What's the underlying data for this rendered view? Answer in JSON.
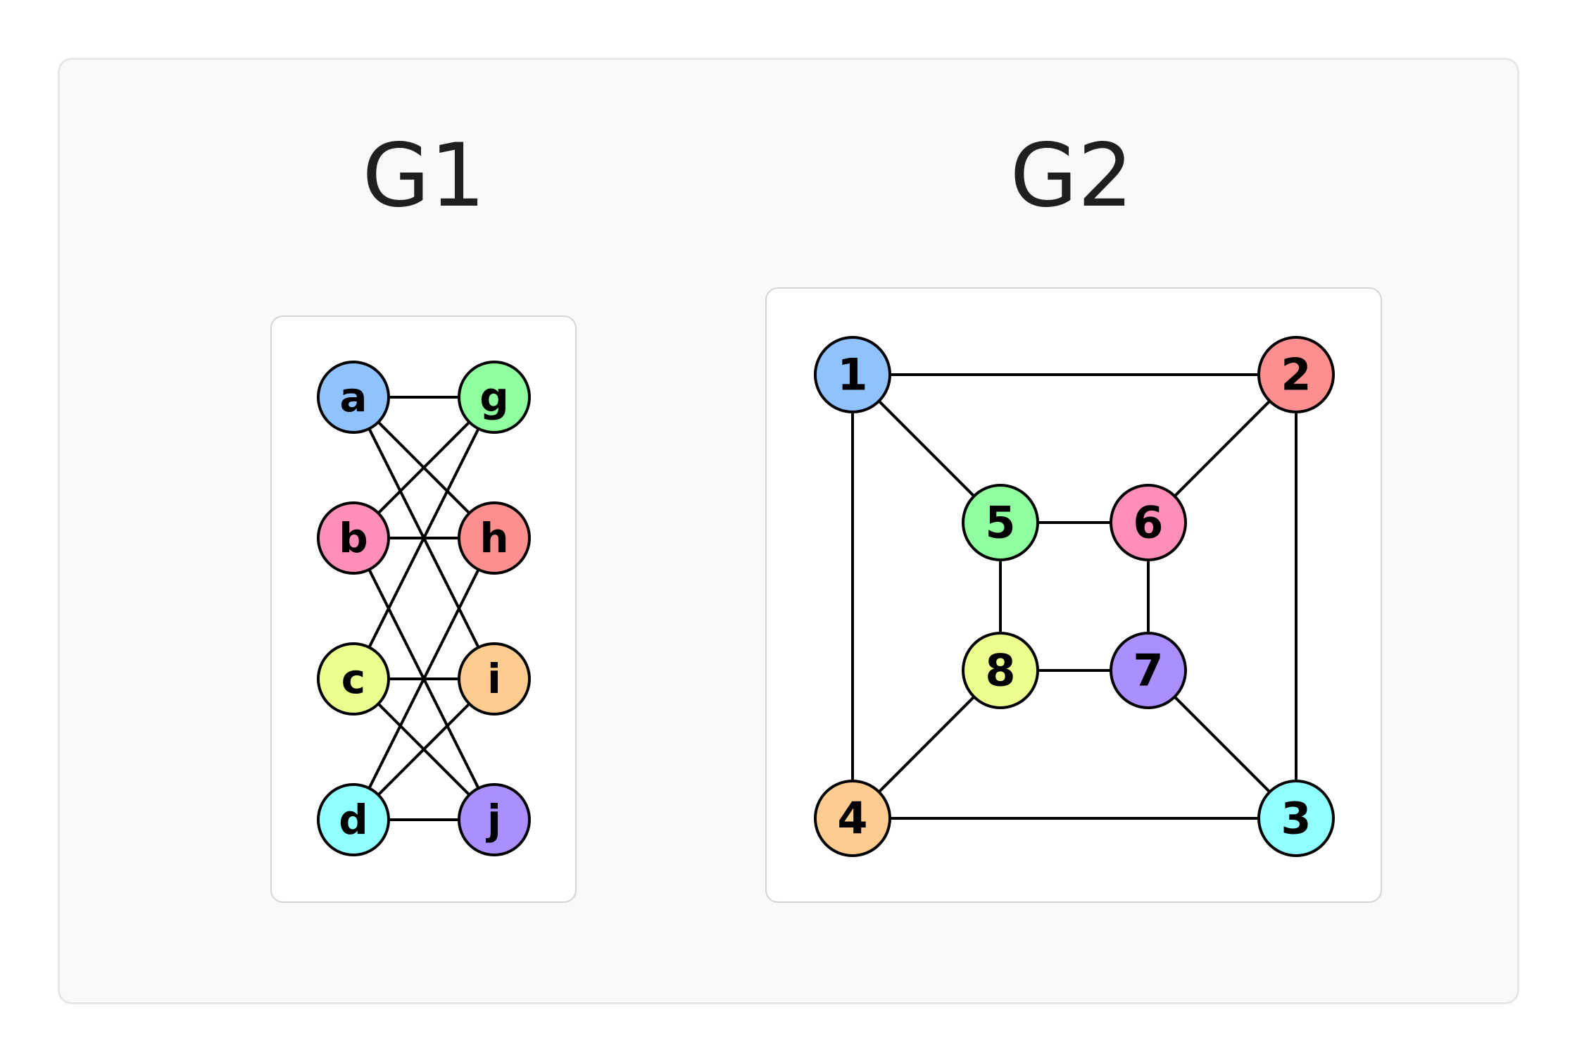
{
  "graphs": [
    {
      "id": "g1",
      "title": "G1",
      "nodes": [
        {
          "id": "a",
          "label": "a",
          "color": "#8fc2ff"
        },
        {
          "id": "b",
          "label": "b",
          "color": "#ff8fb8"
        },
        {
          "id": "c",
          "label": "c",
          "color": "#ebff8f"
        },
        {
          "id": "d",
          "label": "d",
          "color": "#8fffff"
        },
        {
          "id": "g",
          "label": "g",
          "color": "#8fff9f"
        },
        {
          "id": "h",
          "label": "h",
          "color": "#ff8f8f"
        },
        {
          "id": "i",
          "label": "i",
          "color": "#ffcc8f"
        },
        {
          "id": "j",
          "label": "j",
          "color": "#ab8fff"
        }
      ],
      "edges": [
        [
          "a",
          "g"
        ],
        [
          "a",
          "h"
        ],
        [
          "a",
          "i"
        ],
        [
          "b",
          "g"
        ],
        [
          "b",
          "h"
        ],
        [
          "b",
          "j"
        ],
        [
          "c",
          "g"
        ],
        [
          "c",
          "i"
        ],
        [
          "c",
          "j"
        ],
        [
          "d",
          "h"
        ],
        [
          "d",
          "i"
        ],
        [
          "d",
          "j"
        ]
      ]
    },
    {
      "id": "g2",
      "title": "G2",
      "nodes": [
        {
          "id": "1",
          "label": "1",
          "color": "#8fc2ff"
        },
        {
          "id": "2",
          "label": "2",
          "color": "#ff8f8f"
        },
        {
          "id": "3",
          "label": "3",
          "color": "#8fffff"
        },
        {
          "id": "4",
          "label": "4",
          "color": "#ffcc8f"
        },
        {
          "id": "5",
          "label": "5",
          "color": "#8fff9f"
        },
        {
          "id": "6",
          "label": "6",
          "color": "#ff8fb8"
        },
        {
          "id": "7",
          "label": "7",
          "color": "#ab8fff"
        },
        {
          "id": "8",
          "label": "8",
          "color": "#ebff8f"
        }
      ],
      "edges": [
        [
          "1",
          "2"
        ],
        [
          "2",
          "3"
        ],
        [
          "3",
          "4"
        ],
        [
          "4",
          "1"
        ],
        [
          "5",
          "6"
        ],
        [
          "6",
          "7"
        ],
        [
          "7",
          "8"
        ],
        [
          "8",
          "5"
        ],
        [
          "1",
          "5"
        ],
        [
          "2",
          "6"
        ],
        [
          "3",
          "7"
        ],
        [
          "4",
          "8"
        ]
      ]
    }
  ]
}
